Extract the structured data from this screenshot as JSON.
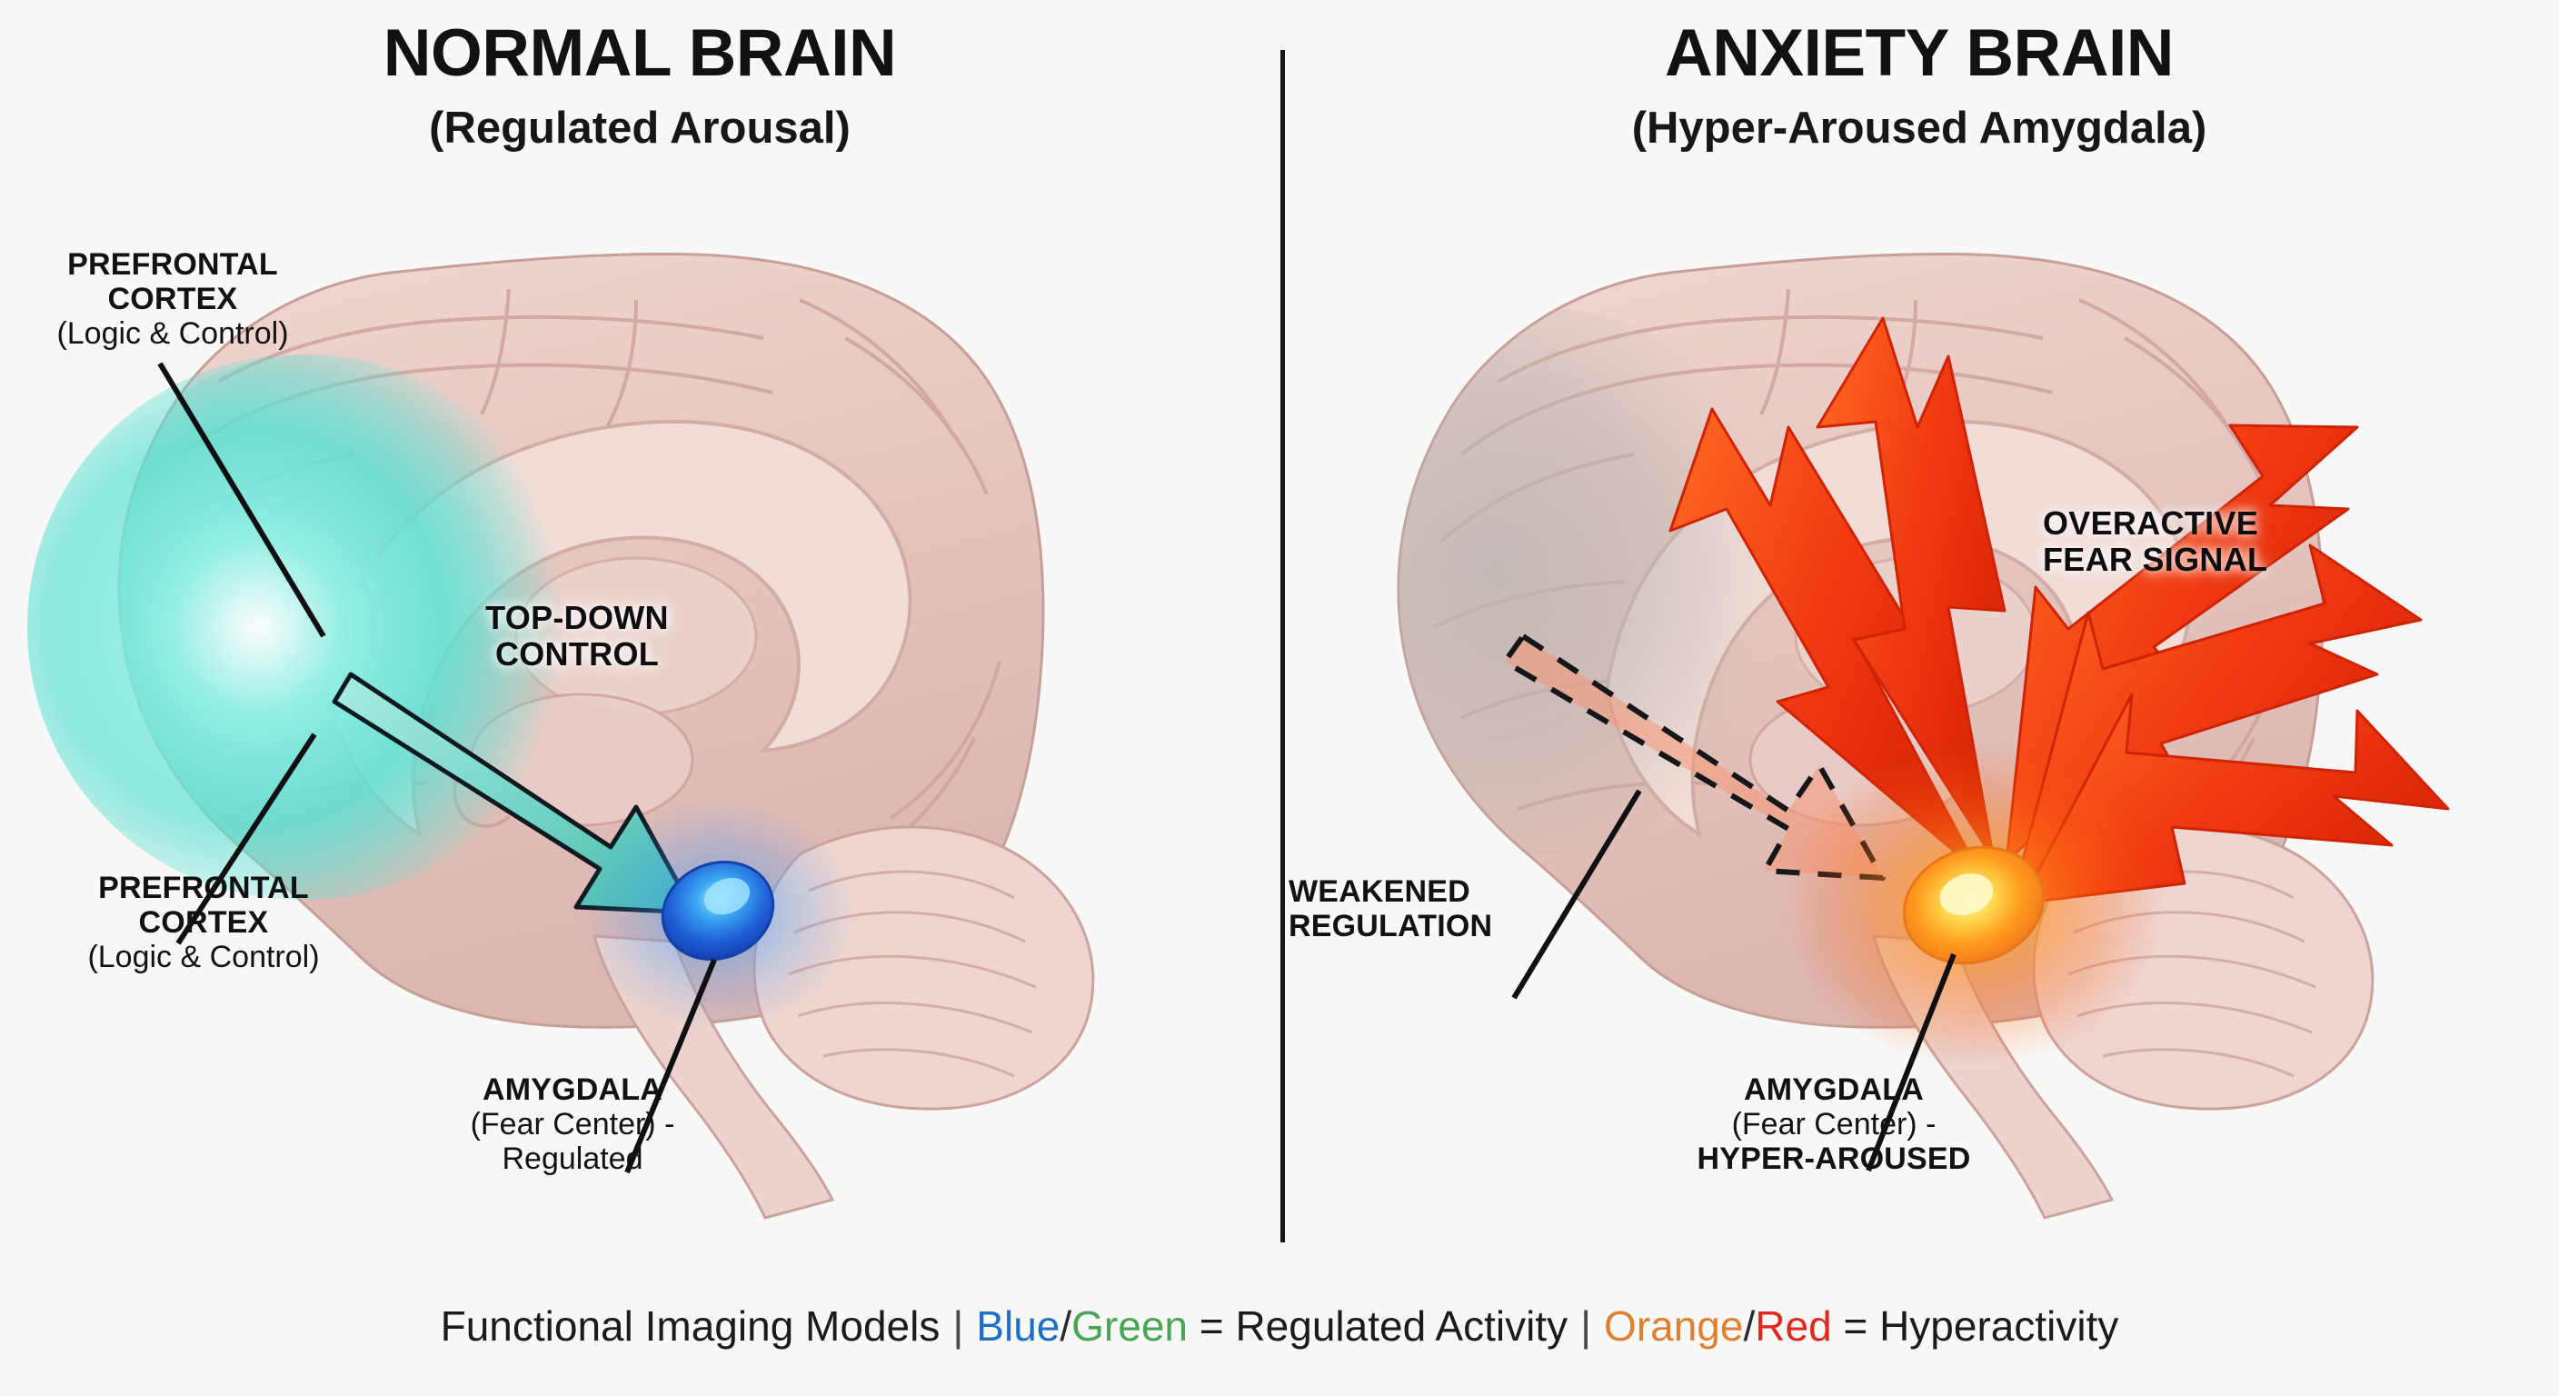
{
  "figure": {
    "background_color": "#f8f8f6",
    "divider_color": "#15161a"
  },
  "panels": [
    {
      "id": "normal-brain",
      "title": "NORMAL BRAIN",
      "subtitle": "(Regulated Arousal)",
      "state": "Regulated Arousal",
      "highlight_colors": {
        "prefrontal_cortex_glow": "#5fe3d4",
        "amygdala": "#2b7fe8",
        "arrow": "#66c9bd"
      },
      "labels": {
        "pfc_top": {
          "line1": "PREFRONTAL",
          "line2": "CORTEX",
          "line3": "(Logic & Control)"
        },
        "pfc_bottom": {
          "line1": "PREFRONTAL",
          "line2": "CORTEX",
          "line3": "(Logic & Control)"
        },
        "control_arrow": {
          "line1": "TOP-DOWN",
          "line2": "CONTROL"
        },
        "amygdala": {
          "line1": "AMYGDALA",
          "line2": "(Fear Center) -",
          "line3": "Regulated"
        }
      }
    },
    {
      "id": "anxiety-brain",
      "title": "ANXIETY BRAIN",
      "subtitle": "(Hyper-Aroused Amygdala)",
      "state": "Hyper-Aroused Amygdala",
      "highlight_colors": {
        "prefrontal_cortex_dim": "#b9b5b3",
        "amygdala_core": "#ffe070",
        "amygdala_glow": "#ff8a1f",
        "fear_signal": "#f03a12",
        "weakened_arrow": "#f08a6a"
      },
      "labels": {
        "fear_signal": {
          "line1": "OVERACTIVE",
          "line2": "FEAR SIGNAL"
        },
        "weakened": {
          "line1": "WEAKENED",
          "line2": "REGULATION"
        },
        "amygdala": {
          "line1": "AMYGDALA",
          "line2": "(Fear Center) -",
          "line3": "HYPER-AROUSED"
        }
      }
    }
  ],
  "caption": {
    "lead": "Functional Imaging Models",
    "sep1": "|",
    "blue": "Blue",
    "slash1": "/",
    "green": "Green",
    "eq1": "= Regulated Activity",
    "sep2": "|",
    "orange": "Orange",
    "slash2": "/",
    "red": "Red",
    "eq2": "= Hyperactivity"
  }
}
